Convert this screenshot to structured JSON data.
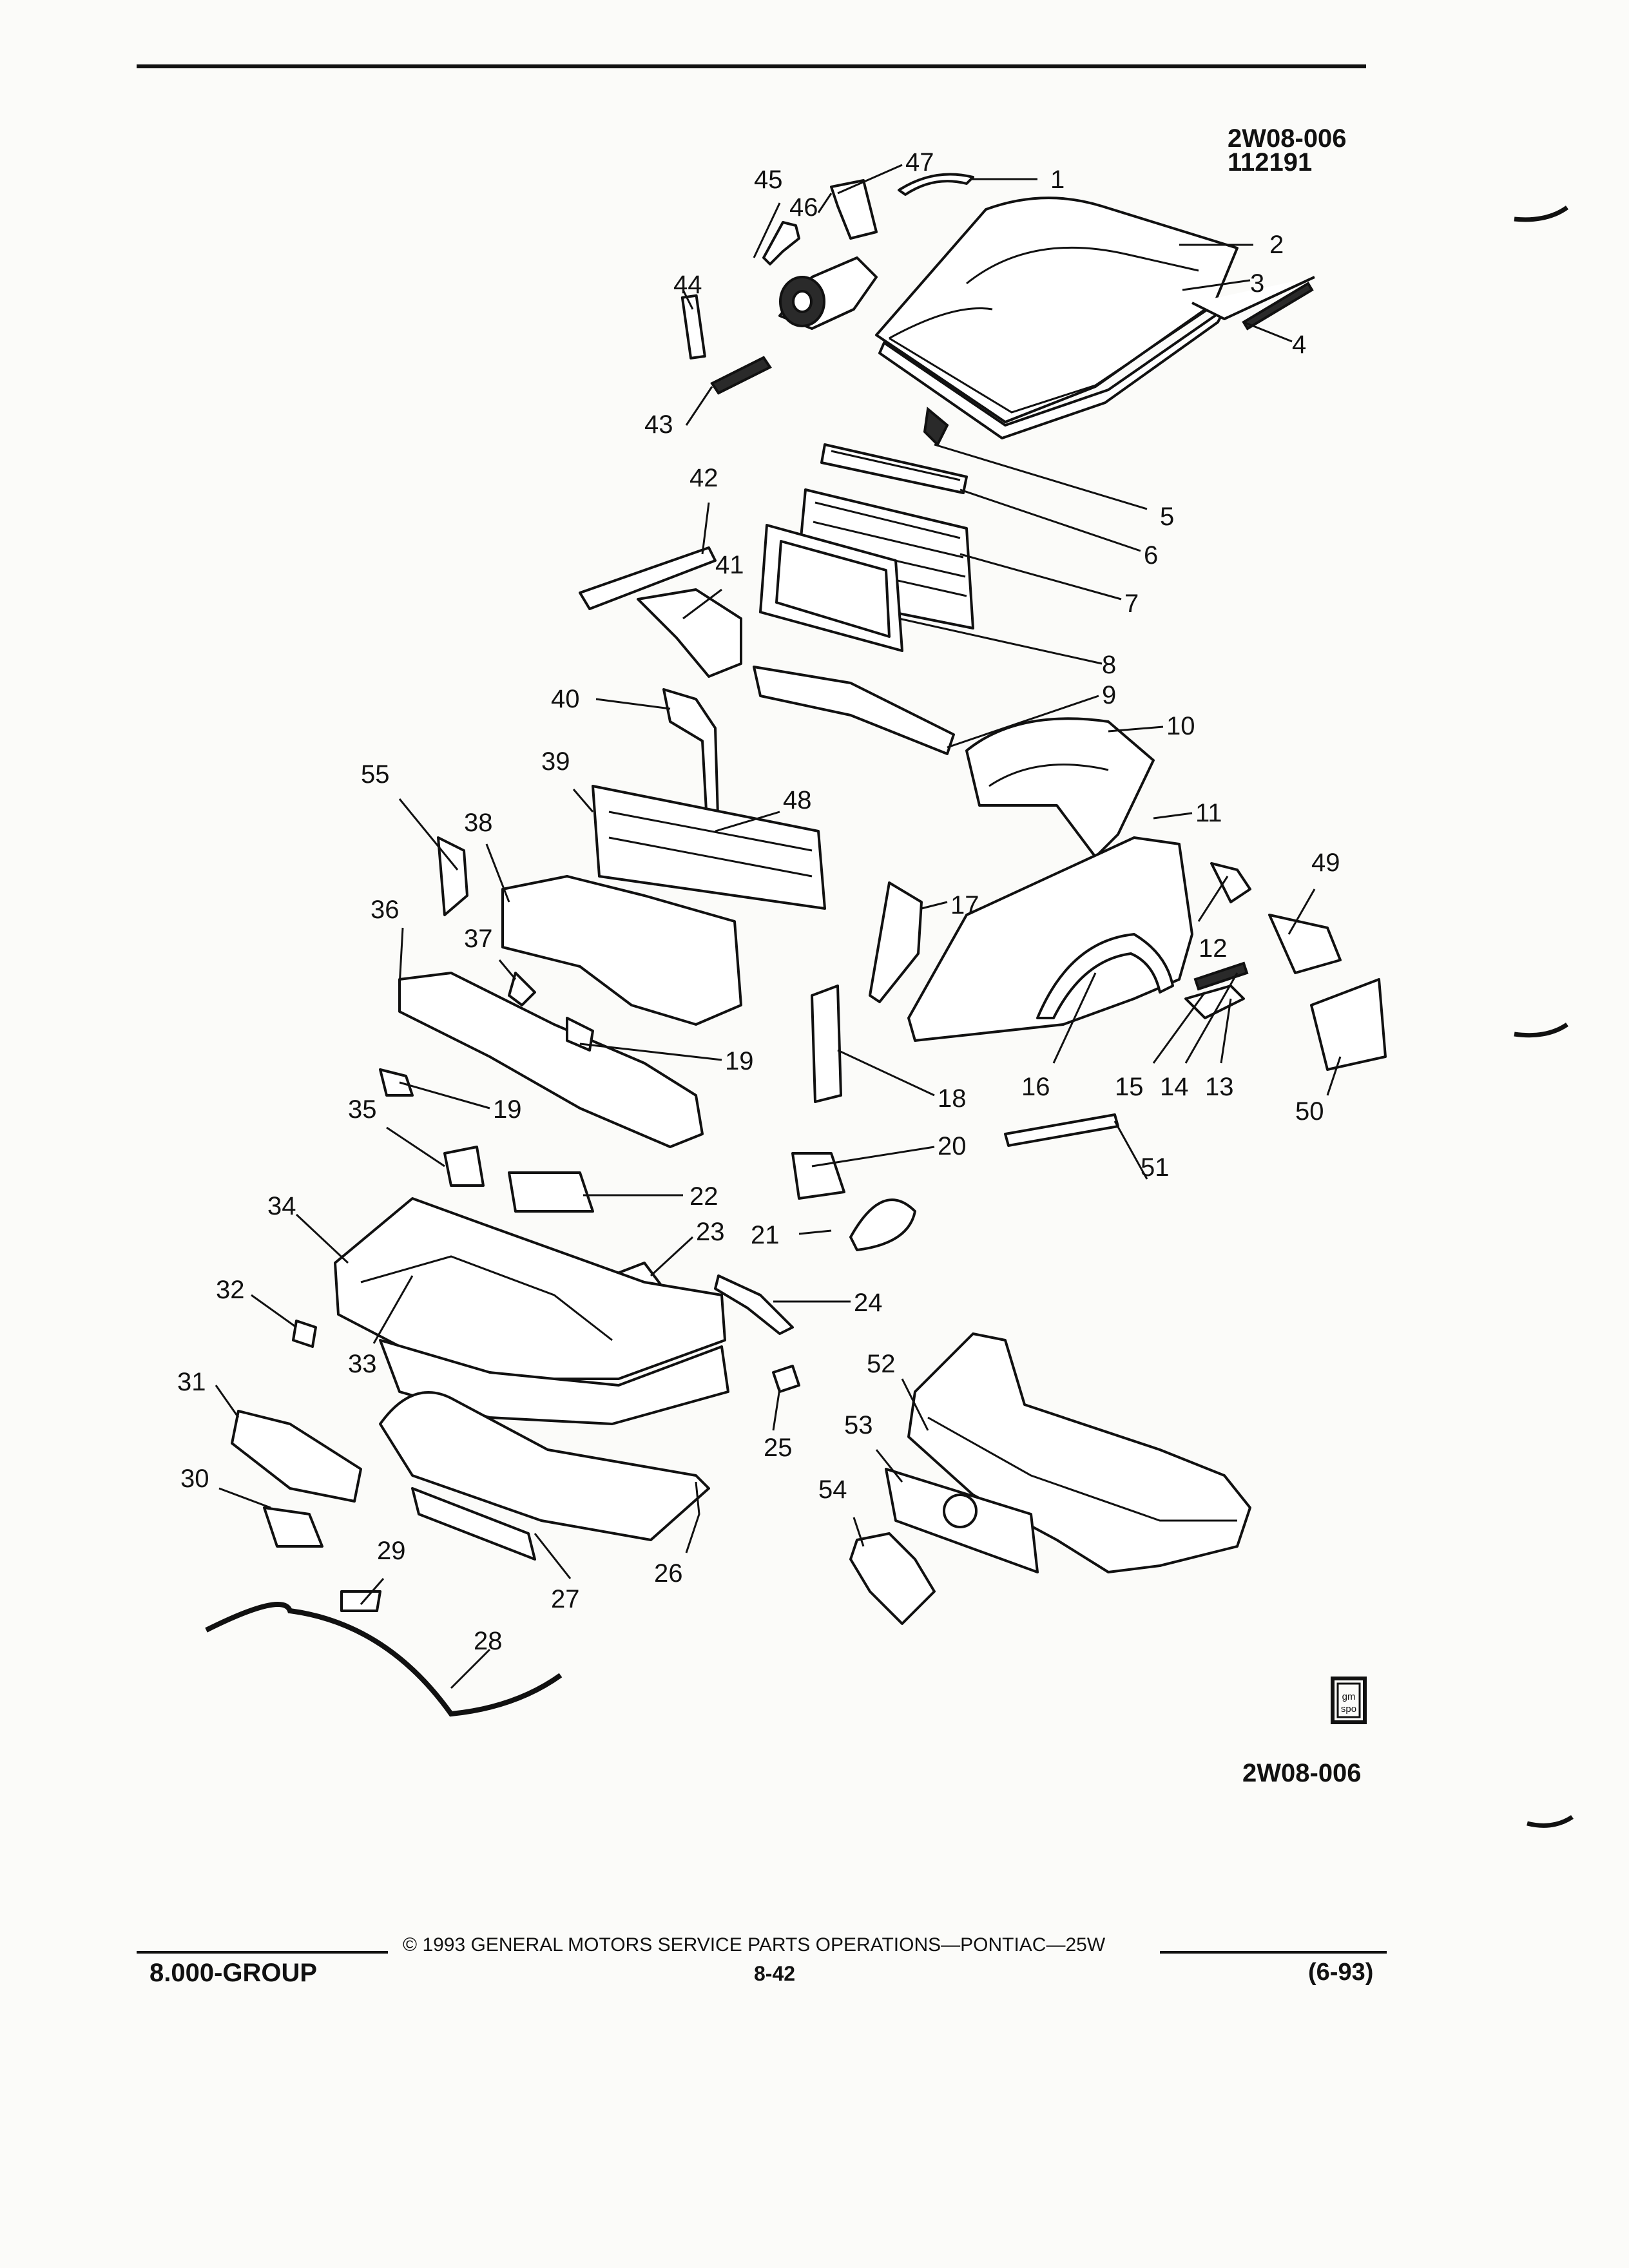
{
  "header": {
    "figure_id": "2W08-006",
    "figure_date": "112191"
  },
  "diagram": {
    "callouts": [
      "1",
      "2",
      "3",
      "4",
      "5",
      "6",
      "7",
      "8",
      "9",
      "10",
      "11",
      "12",
      "13",
      "14",
      "15",
      "16",
      "17",
      "18",
      "19",
      "19",
      "20",
      "21",
      "22",
      "23",
      "24",
      "25",
      "26",
      "27",
      "28",
      "29",
      "30",
      "31",
      "32",
      "33",
      "34",
      "35",
      "36",
      "37",
      "38",
      "39",
      "40",
      "41",
      "42",
      "43",
      "44",
      "45",
      "46",
      "47",
      "48",
      "49",
      "50",
      "51",
      "52",
      "53",
      "54",
      "55"
    ],
    "logo_text": [
      "gm",
      "spo"
    ]
  },
  "bottom_id": "2W08-006",
  "footer": {
    "copyright": "©  1993  GENERAL MOTORS SERVICE PARTS OPERATIONS—PONTIAC—25W",
    "group": "8.000-GROUP",
    "page": "8-42",
    "date": "(6-93)"
  }
}
